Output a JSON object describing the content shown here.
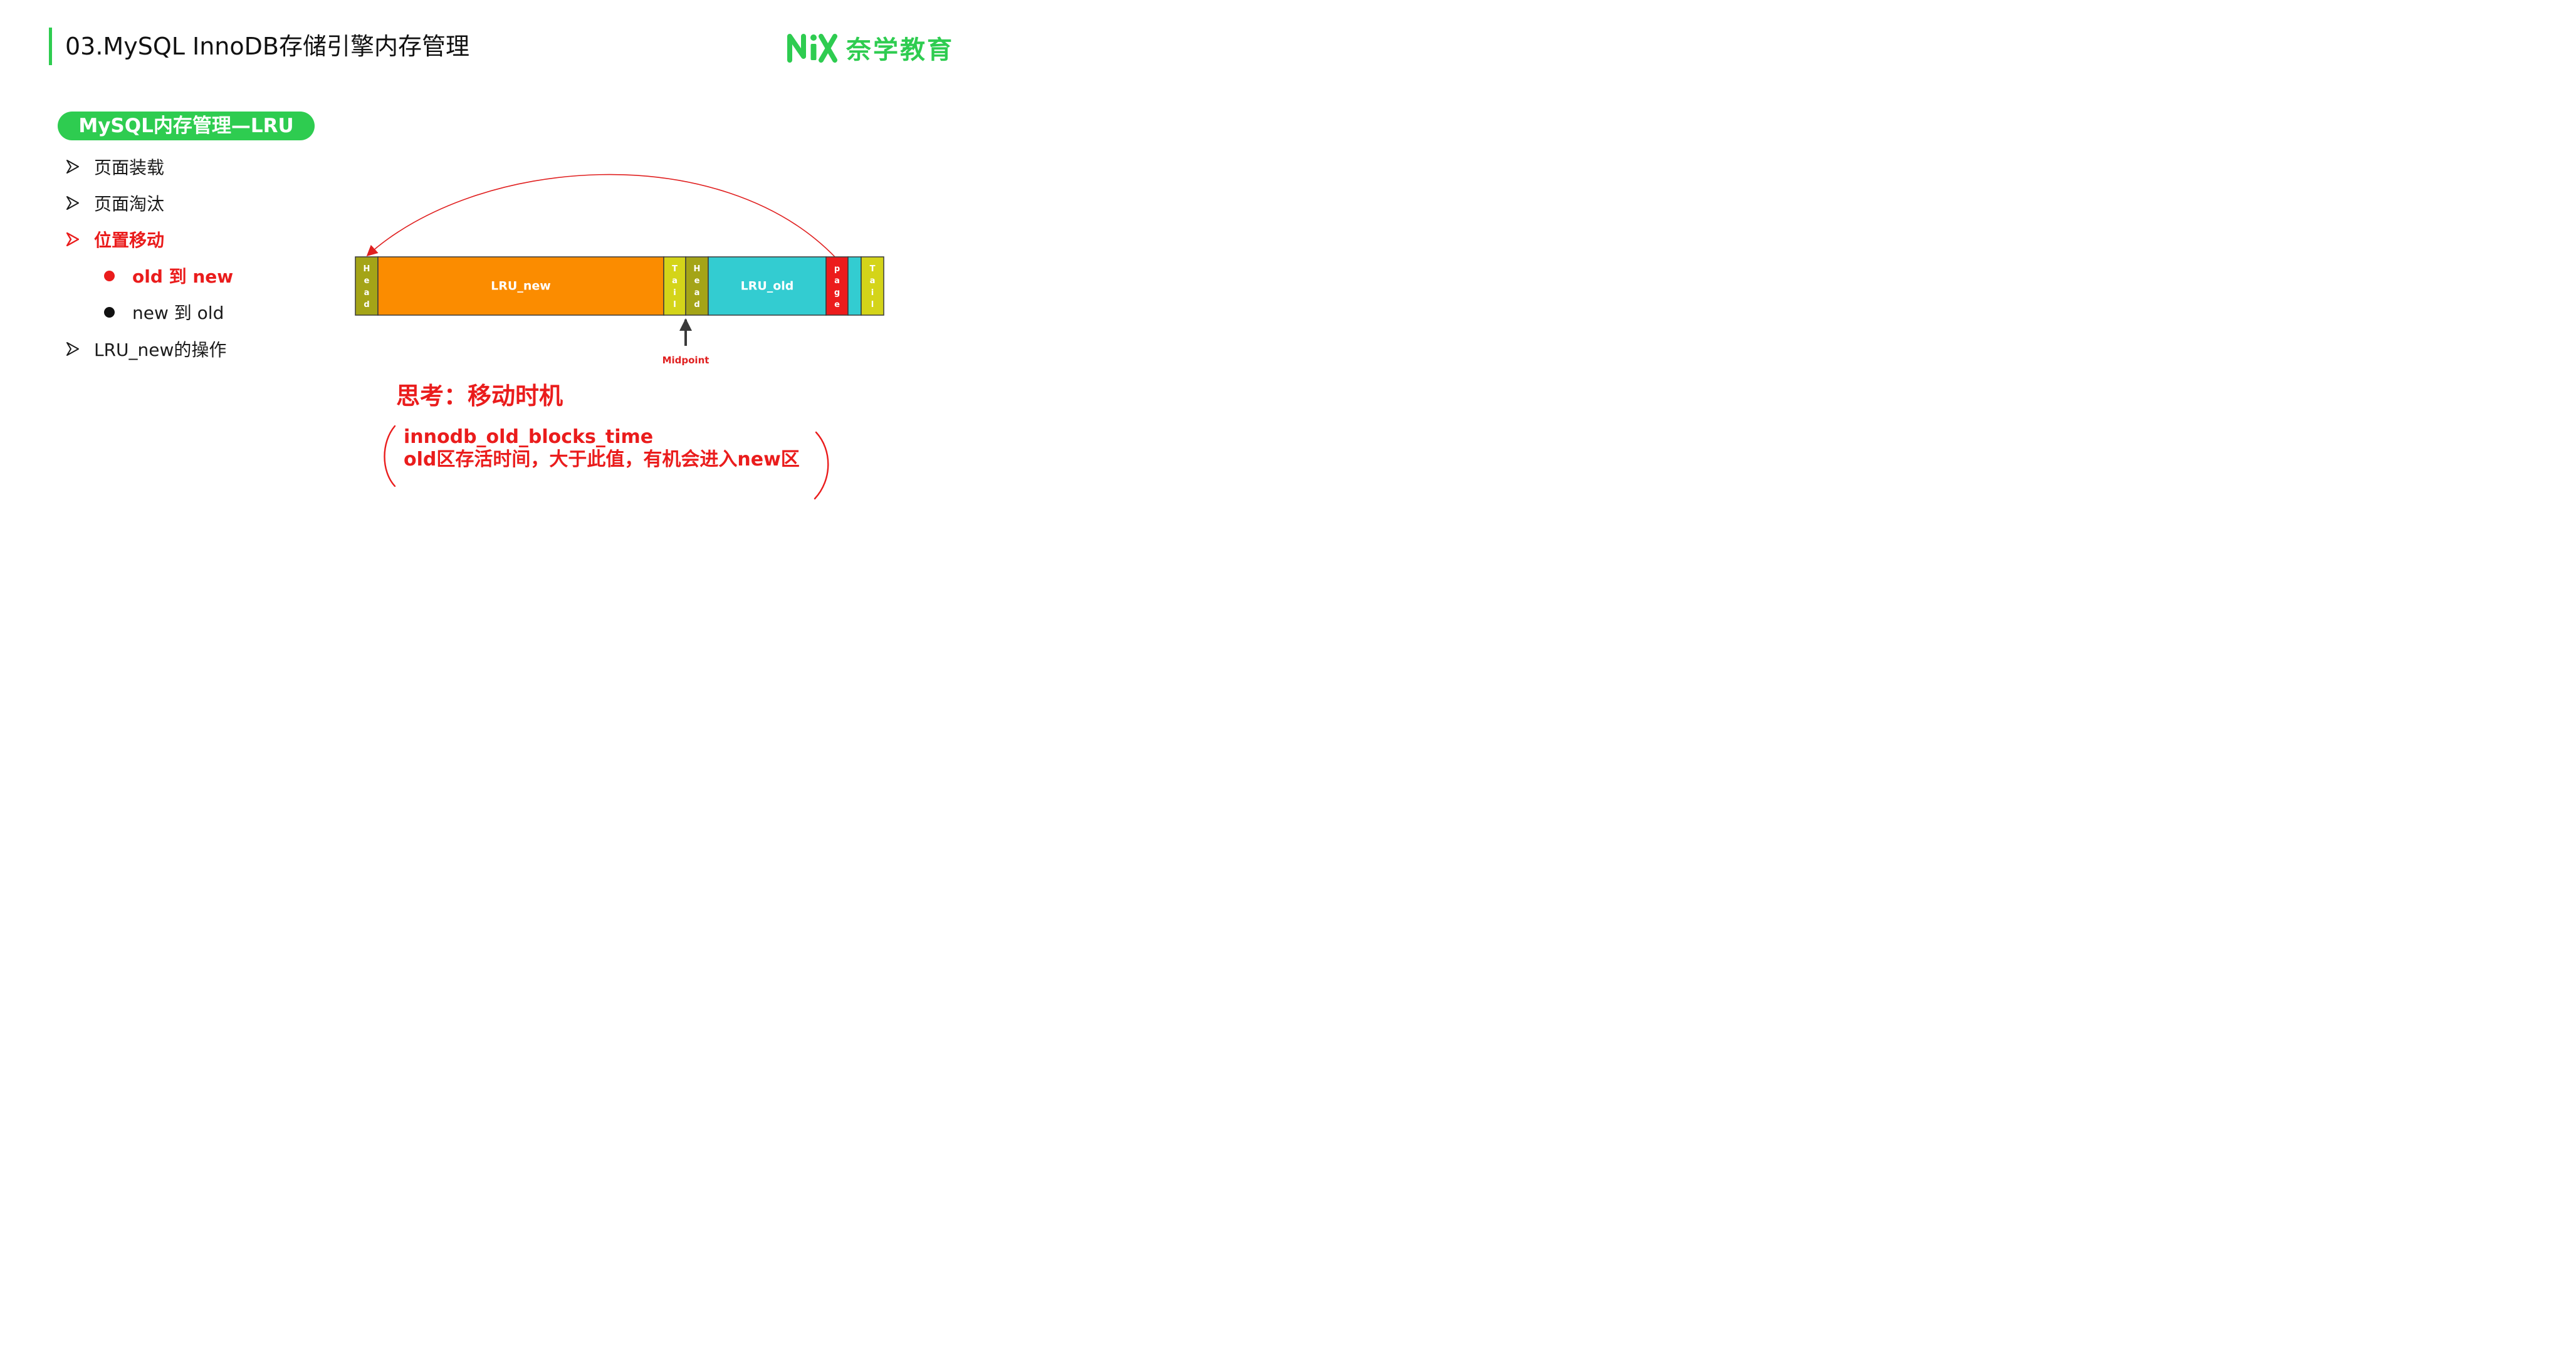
{
  "header": {
    "title": "03.MySQL InnoDB存储引擎内存管理",
    "logo_text": "奈学教育",
    "accent_color": "#2ecc50"
  },
  "section": {
    "pill_label": "MySQL内存管理—LRU"
  },
  "outline": {
    "items": [
      {
        "label": "页面装载"
      },
      {
        "label": "页面淘汰"
      },
      {
        "label": "位置移动",
        "active": true
      },
      {
        "label": "LRU_new的操作"
      }
    ],
    "sub_items": [
      {
        "label": "old 到 new",
        "active": true
      },
      {
        "label": "new 到 old"
      }
    ]
  },
  "diagram": {
    "segments": [
      {
        "id": "head-new",
        "label": "Head",
        "vertical": true,
        "color": "#a4a417"
      },
      {
        "id": "lru-new",
        "label": "LRU_new",
        "vertical": false,
        "color": "#fb8c00"
      },
      {
        "id": "tail-new",
        "label": "Tail",
        "vertical": true,
        "color": "#d4d419"
      },
      {
        "id": "head-old",
        "label": "Head",
        "vertical": true,
        "color": "#a4a417"
      },
      {
        "id": "lru-old",
        "label": "LRU_old",
        "vertical": false,
        "color": "#33ccd1"
      },
      {
        "id": "page",
        "label": "page",
        "vertical": true,
        "color": "#ec1c1c"
      },
      {
        "id": "old-rest",
        "label": "",
        "vertical": false,
        "color": "#33ccd1"
      },
      {
        "id": "tail-old",
        "label": "Tail",
        "vertical": true,
        "color": "#d4d419"
      }
    ],
    "midpoint_label": "Midpoint",
    "arrow_color": "#e02020"
  },
  "thinking": {
    "heading": "思考：移动时机",
    "param_name": "innodb_old_blocks_time",
    "param_desc": "old区存活时间，大于此值，有机会进入new区"
  }
}
